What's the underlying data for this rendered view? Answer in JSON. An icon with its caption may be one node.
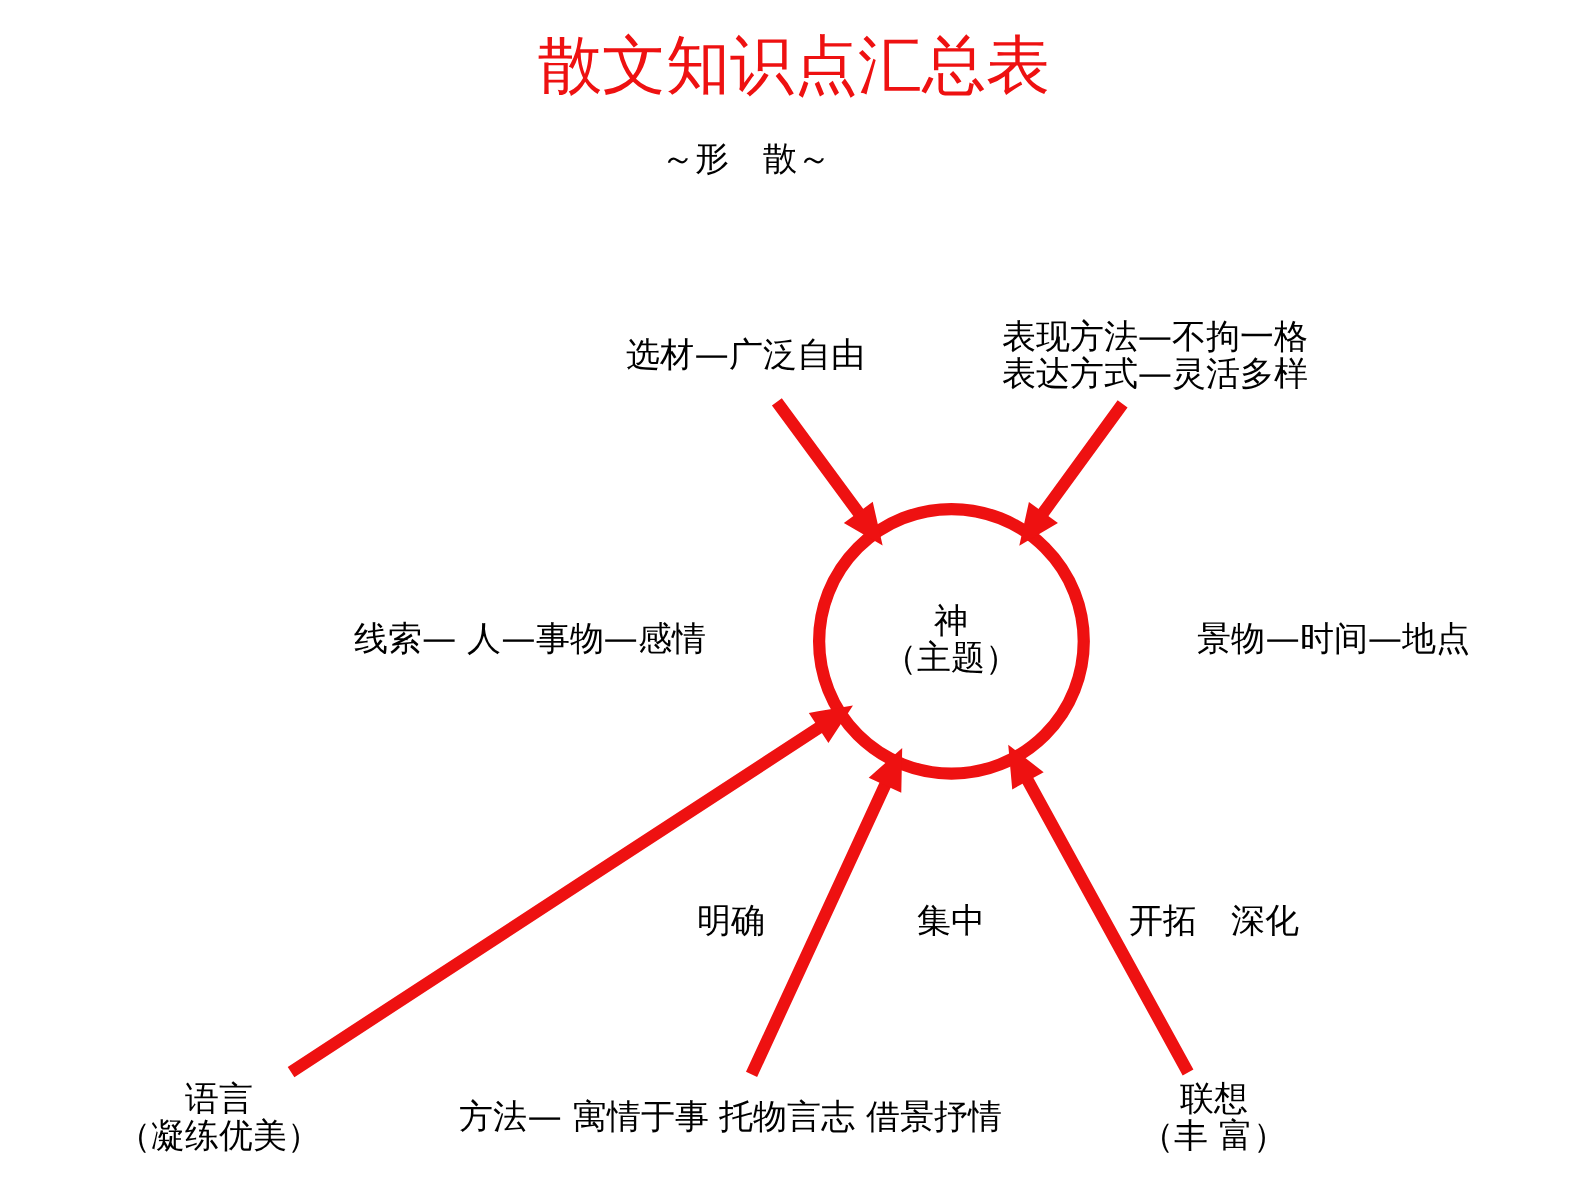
{
  "diagram": {
    "title": "散文知识点汇总表",
    "nodes": [
      {
        "text": [
          "神",
          "（主题）"
        ]
      },
      {
        "text": [
          "选材—广泛自由"
        ]
      },
      {
        "text": [
          "表现方法—不拘一格",
          "表达方式—灵活多样"
        ]
      },
      {
        "text": [
          "语言",
          "（凝练优美）"
        ]
      },
      {
        "text": [
          "方法— 寓情于事 托物言志 借景抒情"
        ]
      },
      {
        "text": [
          "联想",
          "（丰 富）"
        ]
      }
    ],
    "edges": [
      {
        "from": 1,
        "to": 0,
        "arrow": "to"
      },
      {
        "from": 2,
        "to": 0,
        "arrow": "to"
      },
      {
        "from": 3,
        "to": 0,
        "arrow": "to"
      },
      {
        "from": 4,
        "to": 0,
        "arrow": "to"
      },
      {
        "from": 5,
        "to": 0,
        "arrow": "to"
      }
    ],
    "labels": [
      "～形　散～",
      "线索— 人—事物—感情",
      "景物—时间—地点",
      "明确",
      "集中",
      "开拓　深化"
    ]
  }
}
